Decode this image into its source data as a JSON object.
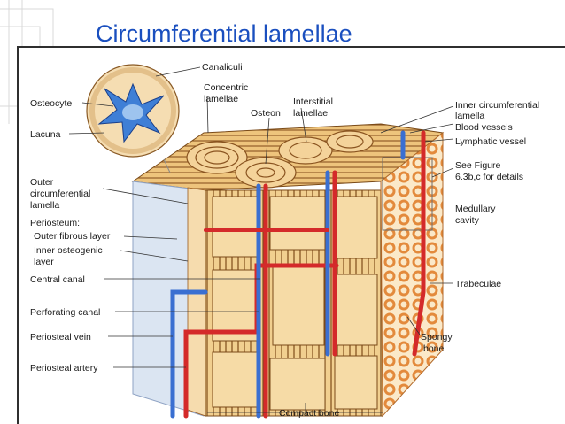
{
  "title": "Circumferential lamellae",
  "labels": {
    "canaliculi": "Canaliculi",
    "osteocyte": "Osteocyte",
    "lacuna": "Lacuna",
    "concentric_1": "Concentric",
    "concentric_2": "lamellae",
    "osteon": "Osteon",
    "interstitial_1": "Interstitial",
    "interstitial_2": "lamellae",
    "inner_circ_1": "Inner circumferential",
    "inner_circ_2": "lamella",
    "blood_vessels": "Blood vessels",
    "lymphatic_vessel": "Lymphatic vessel",
    "see_figure_1": "See Figure",
    "see_figure_2": "6.3b,c for details",
    "outer_circ_1": "Outer",
    "outer_circ_2": "circumferential",
    "outer_circ_3": "lamella",
    "periosteum": "Periosteum:",
    "outer_fibrous": "Outer fibrous layer",
    "inner_osteogenic_1": "Inner osteogenic",
    "inner_osteogenic_2": "layer",
    "medullary_1": "Medullary",
    "medullary_2": "cavity",
    "central_canal": "Central canal",
    "trabeculae": "Trabeculae",
    "perforating_canal": "Perforating canal",
    "periosteal_vein": "Periosteal vein",
    "spongy_1": "Spongy",
    "spongy_2": "bone",
    "periosteal_artery": "Periosteal artery",
    "compact_bone": "Compact bone"
  },
  "colors": {
    "title": "#1a4fbf",
    "bone_light": "#f2cf8c",
    "bone_mid": "#e1a44f",
    "bone_dark": "#9a5a1c",
    "artery": "#d42a2a",
    "vein": "#3a6fd1",
    "periosteum": "#c8d6ea"
  }
}
